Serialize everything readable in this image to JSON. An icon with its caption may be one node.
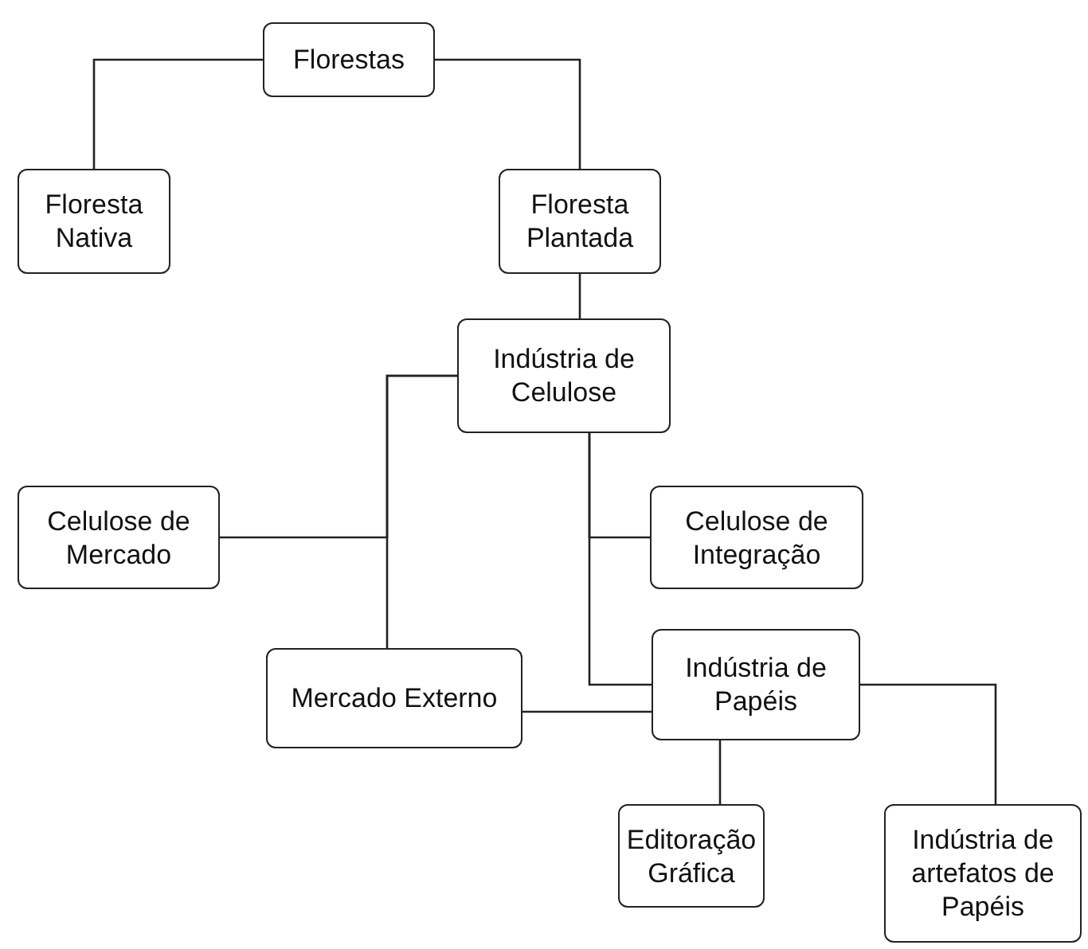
{
  "diagram": {
    "nodes": [
      {
        "text": [
          "Florestas"
        ]
      },
      {
        "text": [
          "Floresta Nativa"
        ]
      },
      {
        "text": [
          "Floresta Plantada"
        ]
      },
      {
        "text": [
          "Indústria de Celulose"
        ]
      },
      {
        "text": [
          "Celulose de Mercado"
        ]
      },
      {
        "text": [
          "Celulose de Integração"
        ]
      },
      {
        "text": [
          "Mercado Externo"
        ]
      },
      {
        "text": [
          "Indústria de Papéis"
        ]
      },
      {
        "text": [
          "Editoração Gráfica"
        ]
      },
      {
        "text": [
          "Indústria de artefatos de Papéis"
        ]
      }
    ],
    "edges": [
      {
        "from": 0,
        "to": 1,
        "arrow": "none"
      },
      {
        "from": 0,
        "to": 2,
        "arrow": "none"
      },
      {
        "from": 2,
        "to": 3,
        "arrow": "none"
      },
      {
        "from": 3,
        "to": 4,
        "arrow": "none"
      },
      {
        "from": 3,
        "to": 6,
        "arrow": "none"
      },
      {
        "from": 3,
        "to": 5,
        "arrow": "none"
      },
      {
        "from": 3,
        "to": 7,
        "arrow": "none"
      },
      {
        "from": 6,
        "to": 7,
        "arrow": "none"
      },
      {
        "from": 7,
        "to": 8,
        "arrow": "none"
      },
      {
        "from": 7,
        "to": 9,
        "arrow": "none"
      }
    ]
  }
}
